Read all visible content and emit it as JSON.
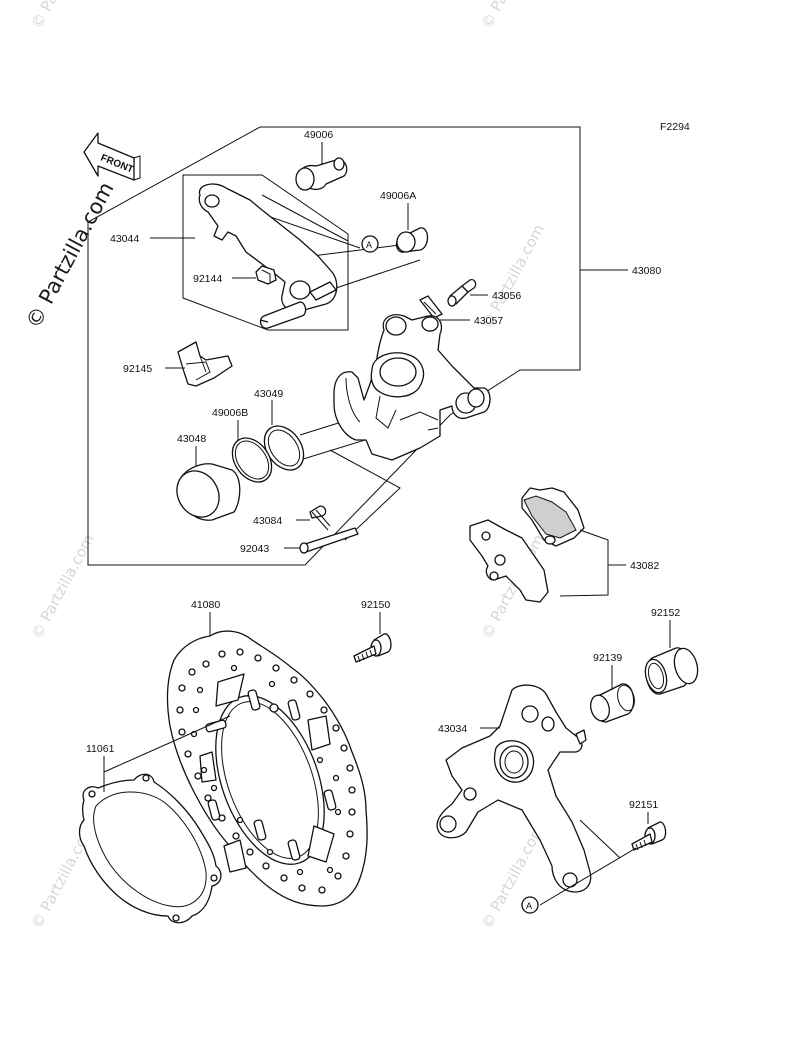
{
  "figure_code": "F2294",
  "front_label": "FRONT",
  "watermark": "© Partzilla.com",
  "callout_marker": "A",
  "parts": {
    "p49006": "49006",
    "p49006A": "49006A",
    "p43044": "43044",
    "p92144": "92144",
    "p43080": "43080",
    "p43056": "43056",
    "p43057": "43057",
    "p92145": "92145",
    "p43049": "43049",
    "p49006B": "49006B",
    "p43048": "43048",
    "p43084": "43084",
    "p92043": "92043",
    "p43082": "43082",
    "p41080": "41080",
    "p92150": "92150",
    "p92152": "92152",
    "p92139": "92139",
    "p43034": "43034",
    "p11061": "11061",
    "p92151": "92151"
  }
}
